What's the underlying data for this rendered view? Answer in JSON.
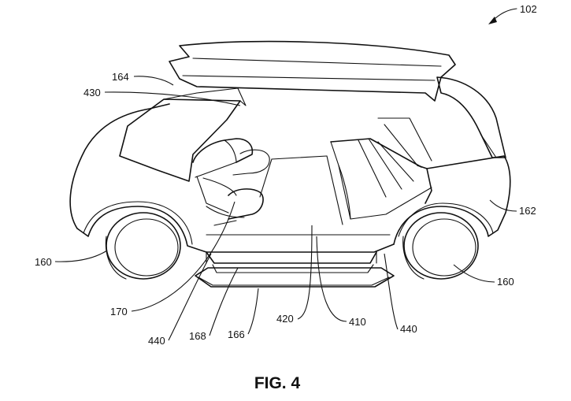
{
  "figure": {
    "caption": "FIG. 4",
    "reference": "102"
  },
  "labels": {
    "l164": "164",
    "l430": "430",
    "l162": "162",
    "l160_left": "160",
    "l160_right": "160",
    "l170": "170",
    "l420": "420",
    "l410": "410",
    "l440_left": "440",
    "l168": "168",
    "l166": "166",
    "l440_right": "440"
  }
}
